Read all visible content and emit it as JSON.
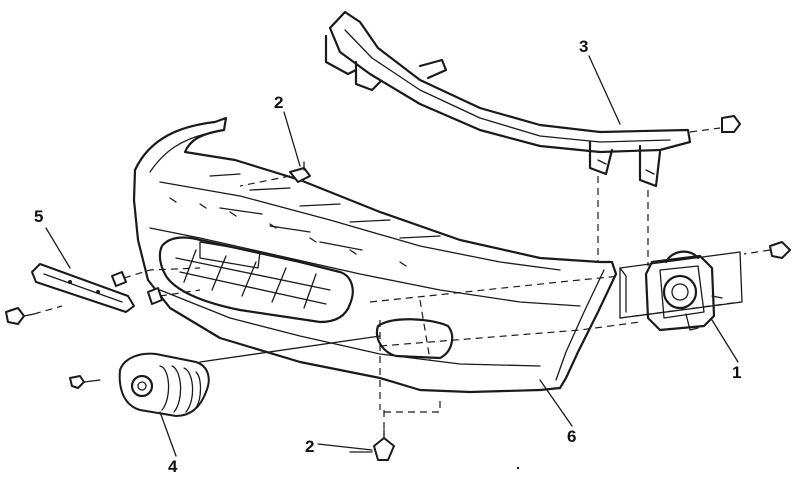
{
  "callouts": [
    {
      "id": "reinforcement",
      "label": "3"
    },
    {
      "id": "push-pin-upper",
      "label": "2"
    },
    {
      "id": "side-molding",
      "label": "5"
    },
    {
      "id": "fog-lamp",
      "label": "1"
    },
    {
      "id": "fog-lamp-bezel",
      "label": "4"
    },
    {
      "id": "push-pin-lower",
      "label": "2"
    },
    {
      "id": "bumper-cover",
      "label": "6"
    }
  ]
}
